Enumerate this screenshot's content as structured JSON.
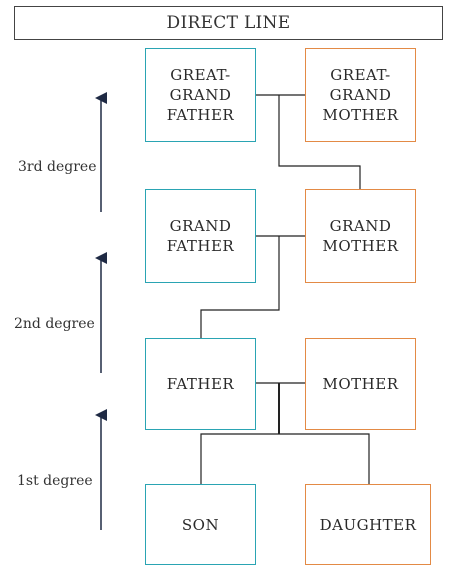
{
  "title": "DIRECT LINE",
  "boxes": {
    "great_grand_father": "GREAT-\nGRAND\nFATHER",
    "great_grand_mother": "GREAT-\nGRAND\nMOTHER",
    "grand_father": "GRAND\nFATHER",
    "grand_mother": "GRAND\nMOTHER",
    "father": "FATHER",
    "mother": "MOTHER",
    "son": "SON",
    "daughter": "DAUGHTER"
  },
  "degrees": {
    "third": "3rd degree",
    "second": "2nd degree",
    "first": "1st degree"
  },
  "colors": {
    "male_border": "#2aa4b3",
    "female_border": "#e38a45",
    "connector": "#222222",
    "arrow": "#1f2a44"
  }
}
